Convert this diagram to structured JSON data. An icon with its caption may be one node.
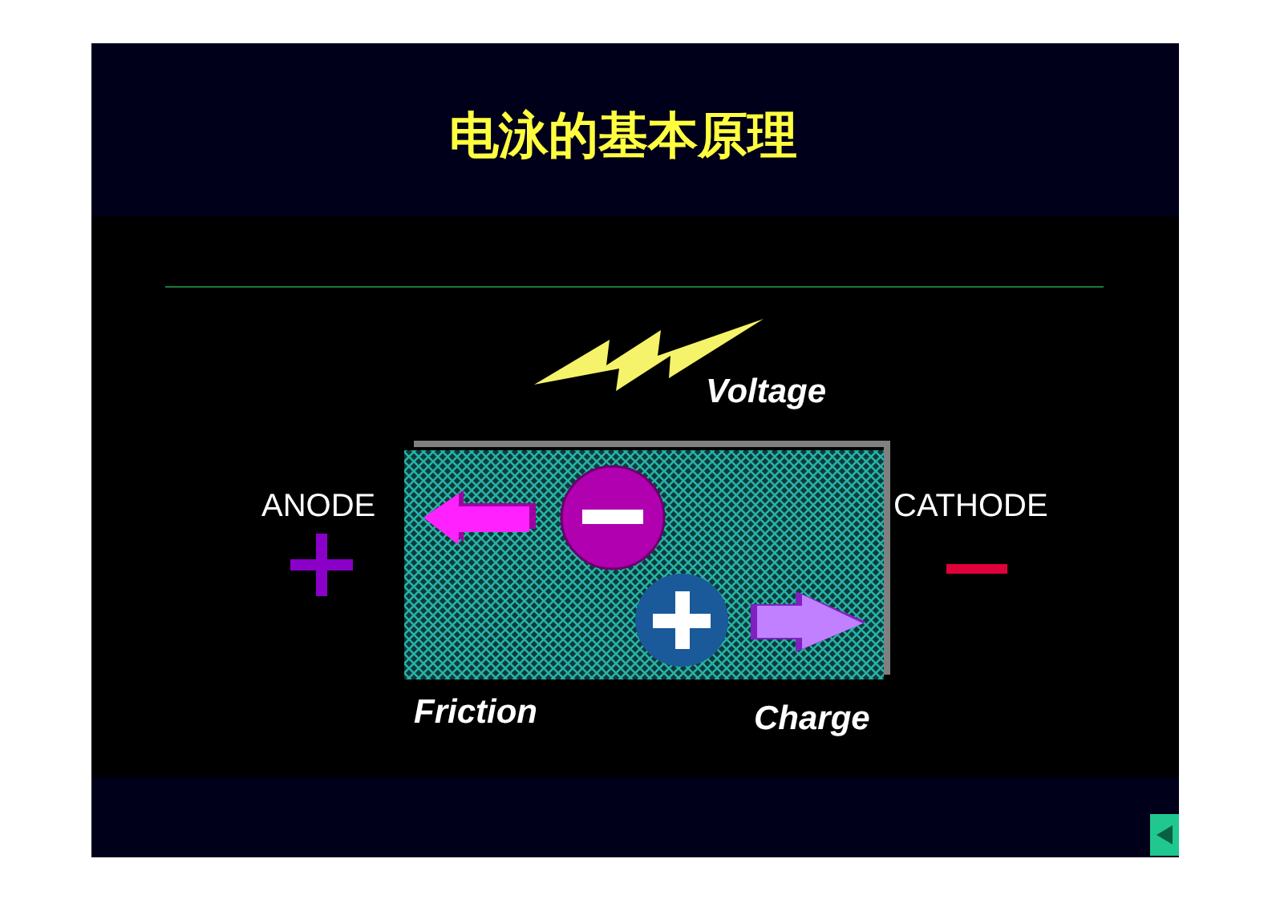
{
  "diagram": {
    "title": "电泳的基本原理",
    "labels": [
      "Voltage",
      "ANODE",
      "CATHODE",
      "Friction",
      "Charge"
    ]
  }
}
